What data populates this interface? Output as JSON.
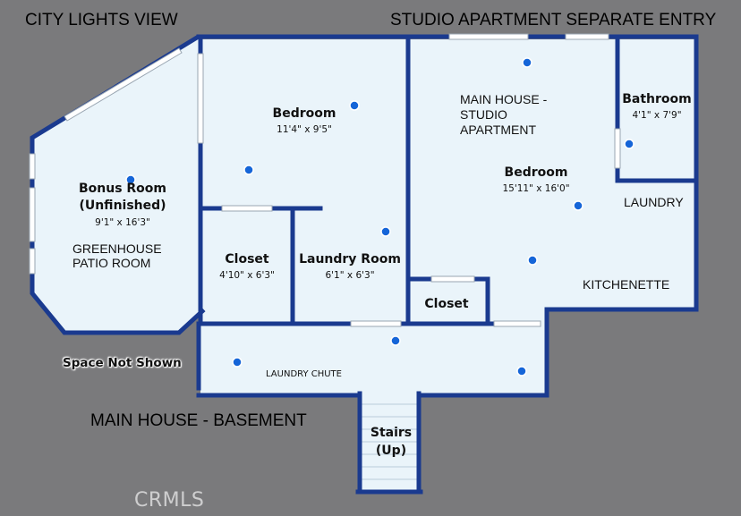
{
  "headers": {
    "top_left": "CITY LIGHTS VIEW",
    "top_right": "STUDIO APARTMENT SEPARATE ENTRY",
    "basement": "MAIN HOUSE - BASEMENT"
  },
  "rooms": {
    "bonus_room": {
      "name_line1": "Bonus Room",
      "name_line2": "(Unfinished)",
      "dims": "9'1\" x 16'3\"",
      "note_line1": "GREENHOUSE",
      "note_line2": "PATIO ROOM"
    },
    "bedroom_main": {
      "name": "Bedroom",
      "dims": "11'4\" x 9'5\""
    },
    "closet_left": {
      "name": "Closet",
      "dims": "4'10\" x 6'3\""
    },
    "laundry_room": {
      "name": "Laundry Room",
      "dims": "6'1\" x 6'3\""
    },
    "studio": {
      "title_line1": "MAIN HOUSE -",
      "title_line2": "STUDIO",
      "title_line3": "APARTMENT"
    },
    "bedroom_studio": {
      "name": "Bedroom",
      "dims": "15'11\" x 16'0\""
    },
    "bathroom": {
      "name": "Bathroom",
      "dims": "4'1\" x 7'9\""
    },
    "laundry": {
      "name": "LAUNDRY"
    },
    "kitchenette": {
      "name": "KITCHENETTE"
    },
    "closet_studio": {
      "name": "Closet"
    },
    "hall": {
      "space_note": "Space Not Shown",
      "chute": "LAUNDRY CHUTE"
    },
    "stairs": {
      "line1": "Stairs",
      "line2": "(Up)"
    }
  },
  "watermark": "CRMLS",
  "colors": {
    "background": "#7a7a7c",
    "wall": "#1a3a8f",
    "floor": "#eaf4fa",
    "marker": "#1565d8"
  }
}
